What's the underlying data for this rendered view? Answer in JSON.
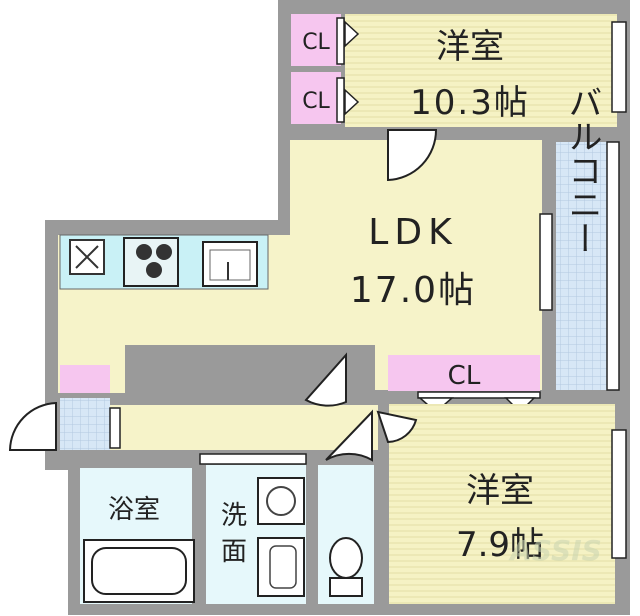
{
  "rooms": {
    "western_room_top": {
      "name": "洋室",
      "size": "10.3帖"
    },
    "ldk": {
      "name": "LDK",
      "size": "17.0帖"
    },
    "western_room_bottom": {
      "name": "洋室",
      "size": "7.9帖"
    },
    "balcony": {
      "name": "バルコニー"
    },
    "bathroom": {
      "name": "浴室"
    },
    "washroom": {
      "name_line1": "洗",
      "name_line2": "面"
    },
    "closet_top_1": {
      "name": "CL"
    },
    "closet_top_2": {
      "name": "CL"
    },
    "closet_middle": {
      "name": "CL"
    }
  },
  "watermark": {
    "text": "ASSIS"
  },
  "colors": {
    "wall": "#9a9a9a",
    "tatami_yellow": "#f6f3c9",
    "closet_pink": "#f6c6ef",
    "kitchen_cyan": "#c9f1f6",
    "balcony_blue": "#d6e6f4",
    "wet_area": "#e6f8fb"
  }
}
